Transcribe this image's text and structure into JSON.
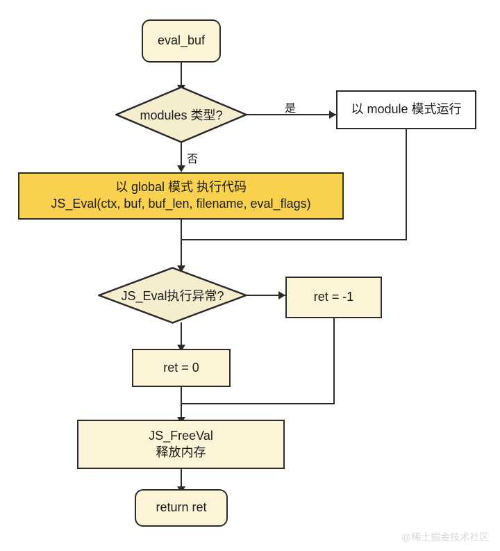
{
  "diagram": {
    "title": "eval_buf flowchart",
    "background": "#ffffff",
    "stroke_color": "#2b2b2b",
    "fill_cream": "#fdf3d7",
    "fill_orange": "#f8d14f",
    "fill_white": "#ffffff"
  },
  "nodes": {
    "start": {
      "label": "eval_buf",
      "type": "terminal"
    },
    "modules_decision": {
      "label": "modules 类型?",
      "type": "decision"
    },
    "module_mode": {
      "label": "以 module 模式运行",
      "type": "process"
    },
    "global_mode": {
      "label": "以 global 模式 执行代码\nJS_Eval(ctx, buf, buf_len, filename, eval_flags)",
      "type": "process-highlight"
    },
    "eval_exception_decision": {
      "label": "JS_Eval执行异常?",
      "type": "decision"
    },
    "ret_minus_one": {
      "label": "ret = -1",
      "type": "process"
    },
    "ret_zero": {
      "label": "ret = 0",
      "type": "process"
    },
    "free_val": {
      "label": "JS_FreeVal\n释放内存",
      "type": "process"
    },
    "end": {
      "label": "return ret",
      "type": "terminal"
    }
  },
  "edge_labels": {
    "yes": "是",
    "no": "否"
  },
  "watermark": {
    "text": "@稀土掘金技术社区"
  }
}
